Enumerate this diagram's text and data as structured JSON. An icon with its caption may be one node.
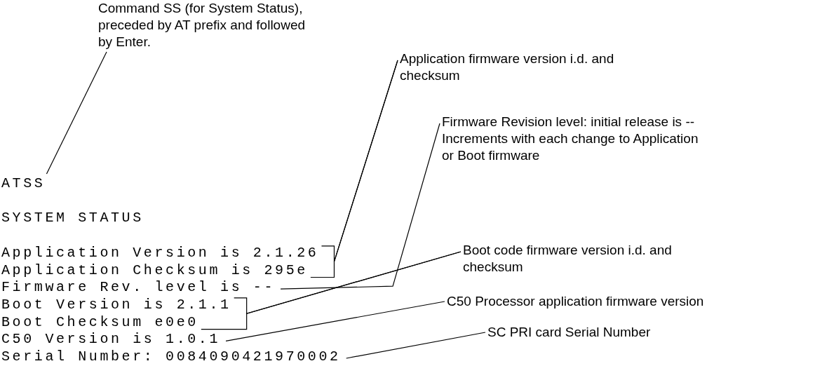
{
  "diagram": {
    "nodes": [
      {
        "text": [
          "Command SS (for System Status), preceded by AT prefix and followed by Enter."
        ]
      },
      {
        "text": [
          "Application firmware version i.d. and checksum"
        ]
      },
      {
        "text": [
          "ATSS"
        ]
      },
      {
        "text": [
          "Firmware Revision level: initial release is -- Increments with each change to Application or Boot firmware"
        ]
      },
      {
        "text": [
          "Application Version is 2.1.26"
        ]
      },
      {
        "text": [
          "Application Checksum is 295e"
        ]
      },
      {
        "text": [
          "Firmware Rev. level is --"
        ]
      },
      {
        "text": [
          "Boot code firmware version i.d. and checksum"
        ]
      },
      {
        "text": [
          "Boot Version is 2.1.1"
        ]
      },
      {
        "text": [
          "Boot Checksum e0e0"
        ]
      },
      {
        "text": [
          "C50 Processor application firmware version"
        ]
      },
      {
        "text": [
          "C50 Version is 1.0.1"
        ]
      },
      {
        "text": [
          "SC PRI card Serial Number"
        ]
      },
      {
        "text": [
          "Serial Number: 0084090421970002"
        ]
      }
    ],
    "edges": [
      {
        "from": 0,
        "to": 2,
        "arrow": "none"
      },
      {
        "from": 1,
        "to": 4,
        "arrow": "none"
      },
      {
        "from": 1,
        "to": 5,
        "arrow": "none"
      },
      {
        "from": 3,
        "to": 6,
        "arrow": "none"
      },
      {
        "from": 7,
        "to": 8,
        "arrow": "none"
      },
      {
        "from": 7,
        "to": 9,
        "arrow": "none"
      },
      {
        "from": 10,
        "to": 11,
        "arrow": "none"
      },
      {
        "from": 12,
        "to": 13,
        "arrow": "none"
      }
    ],
    "labels": [
      "SYSTEM STATUS"
    ]
  }
}
